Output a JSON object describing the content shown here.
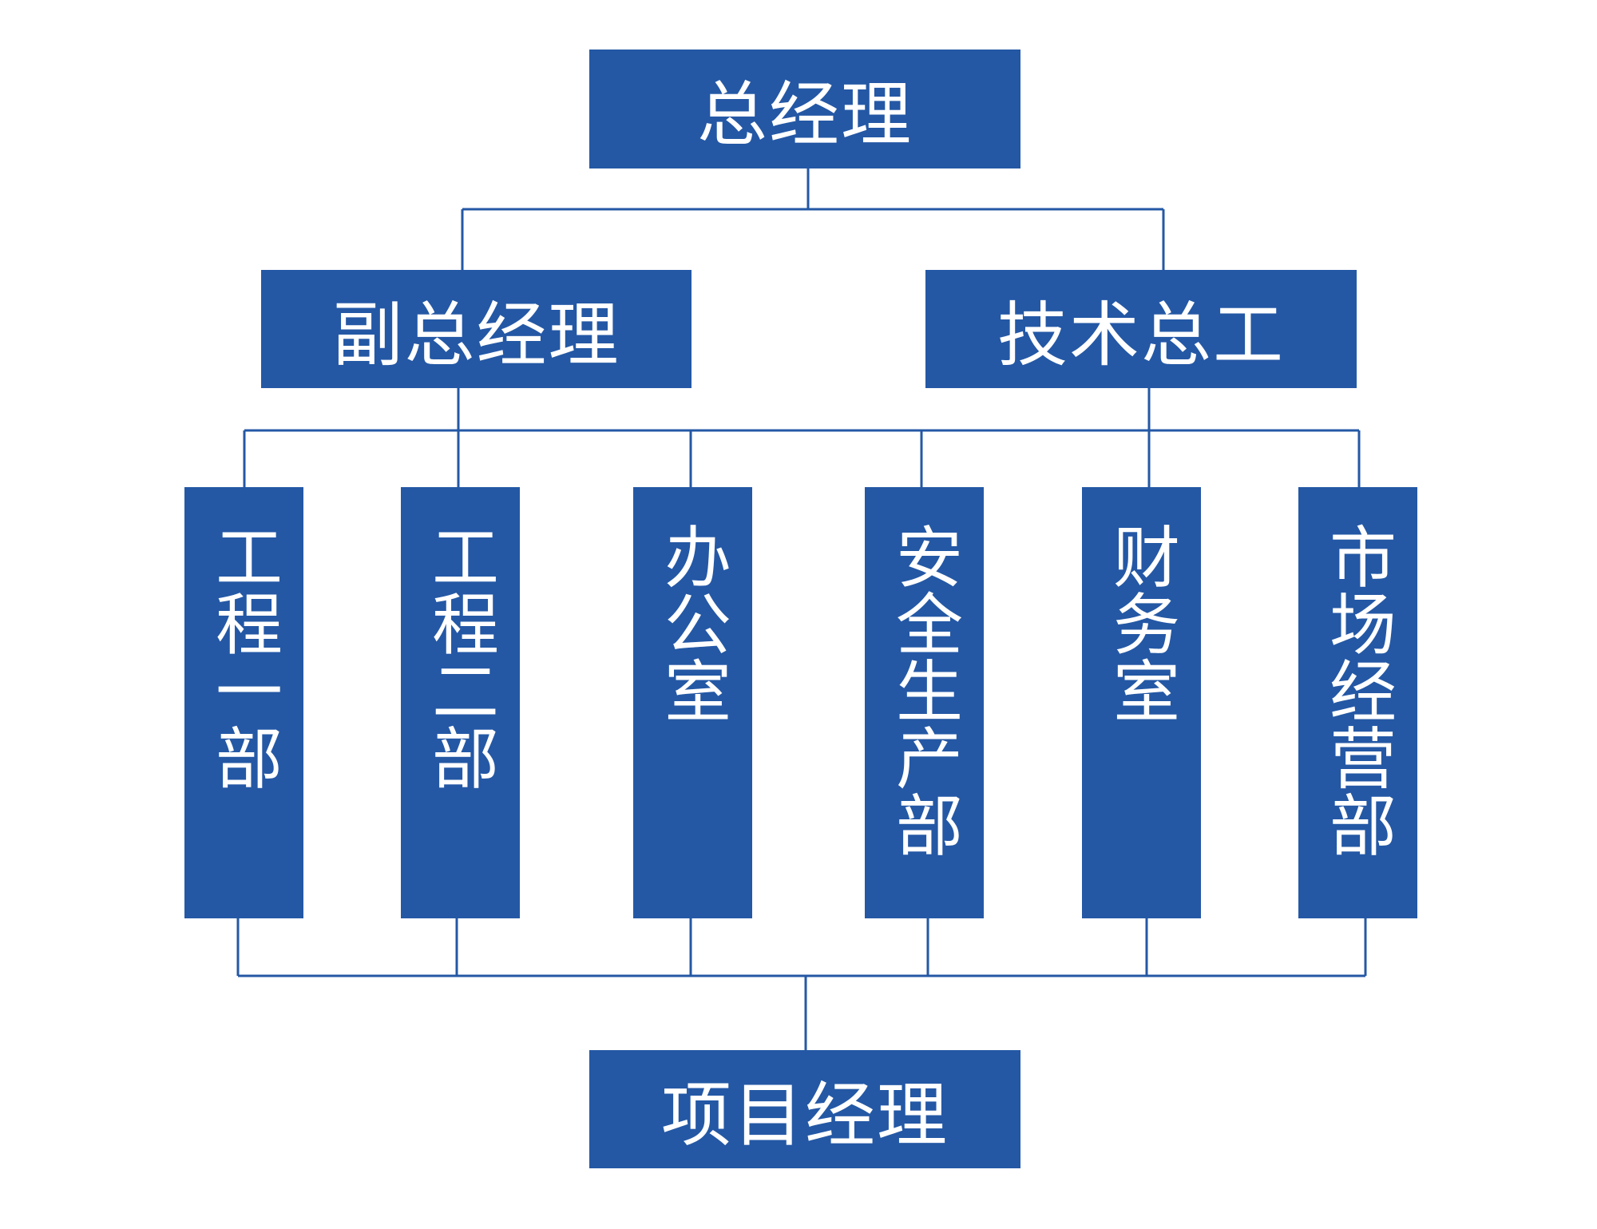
{
  "colors": {
    "box_fill": "#2458a5",
    "text": "#ffffff",
    "connector": "#2458a5"
  },
  "nodes": {
    "general_manager": "总经理",
    "deputy_general_manager": "副总经理",
    "chief_engineer": "技术总工",
    "engineering_dept_1": "工程一部",
    "engineering_dept_2": "工程二部",
    "office": "办公室",
    "safety_production_dept": "安全生产部",
    "finance_office": "财务室",
    "marketing_dept": "市场经营部",
    "project_manager": "项目经理"
  }
}
